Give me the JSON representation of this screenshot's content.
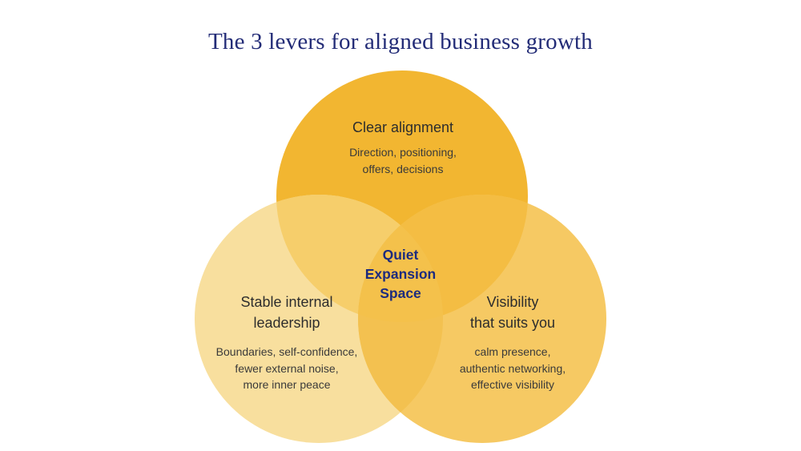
{
  "title": "The 3 levers for aligned business growth",
  "colors": {
    "background": "#FFFFFF",
    "title_text": "#232C77",
    "center_text": "#1D2B7E",
    "heading_text": "#2D2D2D",
    "subtext": "#3A3A3A",
    "circle_top": "#F2B631",
    "circle_left": "#F8DF9E",
    "circle_right": "#F6C963",
    "overlap_top_left": "#F6CE6B",
    "overlap_top_right": "#F4BD43",
    "overlap_left_right": "#F3C150",
    "overlap_center": "#F4C14B"
  },
  "venn": {
    "top_circle": {
      "heading": "Clear alignment",
      "sub_lines": [
        "Direction, positioning,",
        "offers, decisions"
      ]
    },
    "left_circle": {
      "heading_lines": [
        "Stable internal",
        "leadership"
      ],
      "sub_lines": [
        "Boundaries, self-confidence,",
        "fewer external noise,",
        "more inner peace"
      ]
    },
    "right_circle": {
      "heading_lines": [
        "Visibility",
        "that suits you"
      ],
      "sub_lines": [
        "calm presence,",
        "authentic networking,",
        "effective visibility"
      ]
    },
    "center_label_lines": [
      "Quiet",
      "Expansion",
      "Space"
    ]
  }
}
